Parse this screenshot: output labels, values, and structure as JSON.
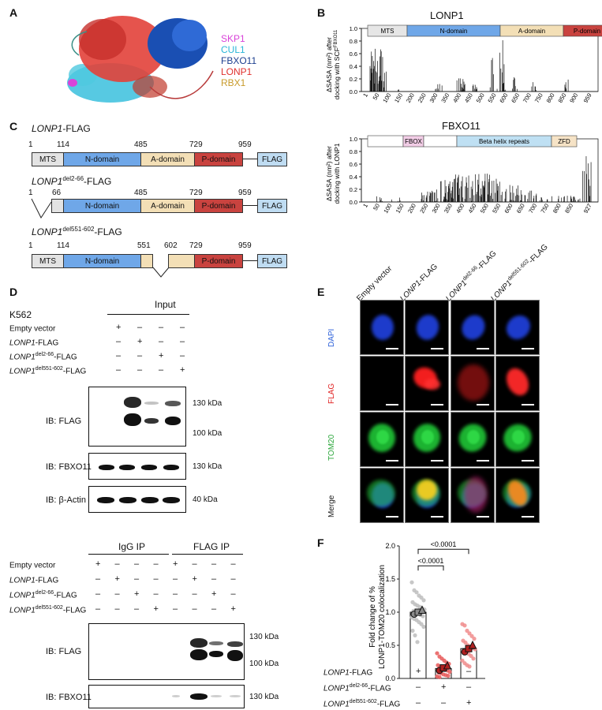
{
  "panels": {
    "A": "A",
    "B": "B",
    "C": "C",
    "D": "D",
    "E": "E",
    "F": "F"
  },
  "panelA": {
    "legend": [
      {
        "name": "SKP1",
        "color": "#d943d9"
      },
      {
        "name": "CUL1",
        "color": "#29b6d8"
      },
      {
        "name": "FBXO11",
        "color": "#1d3f8f"
      },
      {
        "name": "LONP1",
        "color": "#e0312e"
      },
      {
        "name": "RBX1",
        "color": "#c89a2a"
      }
    ]
  },
  "panelB": {
    "top": {
      "title": "LONP1",
      "ylabel_line1": "ΔSASA (nm²) after",
      "ylabel_line2": "docking with SCF",
      "ylabel_sup": "FBXO11",
      "domains": [
        {
          "label": "MTS",
          "color": "#e6e6e6"
        },
        {
          "label": "N-domain",
          "color": "#6fa7e8"
        },
        {
          "label": "A-domain",
          "color": "#f3dfb6"
        },
        {
          "label": "P-domain",
          "color": "#c9433f"
        }
      ],
      "yticks": [
        "0.0",
        "0.2",
        "0.4",
        "0.6",
        "0.8",
        "1.0"
      ],
      "xticks": [
        "1",
        "50",
        "100",
        "150",
        "200",
        "250",
        "300",
        "350",
        "400",
        "450",
        "500",
        "550",
        "600",
        "650",
        "700",
        "750",
        "800",
        "850",
        "900",
        "959"
      ]
    },
    "bottom": {
      "title": "FBXO11",
      "ylabel_line1": "ΔSASA (nm²) after",
      "ylabel_line2": "docking with LONP1",
      "domains": [
        {
          "label": "",
          "color": "#ffffff"
        },
        {
          "label": "FBOX",
          "color": "#f2cde6"
        },
        {
          "label": "",
          "color": "#ffffff"
        },
        {
          "label": "Beta helix repeats",
          "color": "#bfe0f3"
        },
        {
          "label": "ZFD",
          "color": "#f6e3c6"
        }
      ],
      "yticks": [
        "0.0",
        "0.2",
        "0.4",
        "0.6",
        "0.8",
        "1.0"
      ],
      "xticks": [
        "1",
        "50",
        "100",
        "150",
        "200",
        "250",
        "300",
        "350",
        "400",
        "450",
        "500",
        "550",
        "600",
        "650",
        "700",
        "750",
        "800",
        "850",
        "927"
      ]
    }
  },
  "panelC": {
    "c1": {
      "name": "LONP1",
      "suffix": "-FLAG",
      "n": [
        "1",
        "114",
        "485",
        "729",
        "959"
      ],
      "boxes": [
        "MTS",
        "N-domain",
        "A-domain",
        "P-domain",
        "FLAG"
      ]
    },
    "c2": {
      "name": "LONP1",
      "sup": "del2-66",
      "suffix": "-FLAG",
      "n": [
        "1",
        "66",
        "485",
        "729",
        "959"
      ],
      "boxes": [
        "N-domain",
        "A-domain",
        "P-domain",
        "FLAG"
      ]
    },
    "c3": {
      "name": "LONP1",
      "sup": "del551-602",
      "suffix": "-FLAG",
      "n": [
        "1",
        "114",
        "551",
        "602",
        "729",
        "959"
      ],
      "boxes": [
        "MTS",
        "N-domain",
        "P-domain",
        "FLAG"
      ]
    }
  },
  "panelD": {
    "cell": "K562",
    "input_title": "Input",
    "rows": [
      {
        "name": "Empty vector",
        "sup": "",
        "suffix": "",
        "signs": [
          "+",
          "–",
          "–",
          "–"
        ]
      },
      {
        "name": "LONP1",
        "sup": "",
        "suffix": "-FLAG",
        "signs": [
          "–",
          "+",
          "–",
          "–"
        ]
      },
      {
        "name": "LONP1",
        "sup": "del2-66",
        "suffix": "-FLAG",
        "signs": [
          "–",
          "–",
          "+",
          "–"
        ]
      },
      {
        "name": "LONP1",
        "sup": "del551-602",
        "suffix": "-FLAG",
        "signs": [
          "–",
          "–",
          "–",
          "+"
        ]
      }
    ],
    "ib_flag": "IB: FLAG",
    "ib_fbxo11": "IB: FBXO11",
    "ib_actin": "IB: β-Actin",
    "mw": {
      "k130": "130 kDa",
      "k100": "100 kDa",
      "k40": "40 kDa"
    },
    "igg": "IgG IP",
    "flagip": "FLAG IP",
    "ip_rows": [
      {
        "name": "Empty vector",
        "sup": "",
        "suffix": "",
        "signs": [
          "+",
          "–",
          "–",
          "–",
          "+",
          "–",
          "–",
          "–"
        ]
      },
      {
        "name": "LONP1",
        "sup": "",
        "suffix": "-FLAG",
        "signs": [
          "–",
          "+",
          "–",
          "–",
          "–",
          "+",
          "–",
          "–"
        ]
      },
      {
        "name": "LONP1",
        "sup": "del2-66",
        "suffix": "-FLAG",
        "signs": [
          "–",
          "–",
          "+",
          "–",
          "–",
          "–",
          "+",
          "–"
        ]
      },
      {
        "name": "LONP1",
        "sup": "del551-602",
        "suffix": "-FLAG",
        "signs": [
          "–",
          "–",
          "–",
          "+",
          "–",
          "–",
          "–",
          "+"
        ]
      }
    ]
  },
  "panelE": {
    "cols": [
      {
        "name": "Empty vector",
        "italic": false,
        "sup": "",
        "suffix": ""
      },
      {
        "name": "LONP1",
        "italic": true,
        "sup": "",
        "suffix": "-FLAG"
      },
      {
        "name": "LONP1",
        "italic": true,
        "sup": "del2-66",
        "suffix": "-FLAG"
      },
      {
        "name": "LONP1",
        "italic": true,
        "sup": "del551-602",
        "suffix": "-FLAG"
      }
    ],
    "rows": [
      {
        "label": "DAPI",
        "color": "#2b5fd9"
      },
      {
        "label": "FLAG",
        "color": "#e02020"
      },
      {
        "label": "TOM20",
        "color": "#2aa63a"
      },
      {
        "label": "Merge",
        "color": "#222222"
      }
    ]
  },
  "chart_data": {
    "type": "scatter",
    "ylabel_line1": "Fold change of %",
    "ylabel_line2": "LONP1-TOM20 colocalization",
    "ylim": [
      0,
      2.0
    ],
    "yticks": [
      "0.0",
      "0.5",
      "1.0",
      "1.5",
      "2.0"
    ],
    "groups": [
      {
        "signs": [
          "+",
          "–",
          "–"
        ],
        "mean": 1.0,
        "sem": 0.03,
        "color": "#bdbdbd",
        "values": [
          1.45,
          1.33,
          1.3,
          1.25,
          1.22,
          1.18,
          1.15,
          1.12,
          1.1,
          1.08,
          1.06,
          1.04,
          1.02,
          1.0,
          0.98,
          0.96,
          0.94,
          0.92,
          0.9,
          0.88,
          0.85,
          0.82,
          0.78,
          0.72,
          0.65,
          0.55
        ],
        "replicates": [
          0.97,
          1.0,
          1.03
        ]
      },
      {
        "signs": [
          "–",
          "+",
          "–"
        ],
        "mean": 0.15,
        "sem": 0.03,
        "color": "#e85b5b",
        "values": [
          0.38,
          0.33,
          0.3,
          0.27,
          0.24,
          0.22,
          0.2,
          0.18,
          0.16,
          0.14,
          0.12,
          0.1,
          0.09,
          0.08,
          0.06,
          0.05,
          0.04,
          0.03,
          0.02
        ],
        "replicates": [
          0.12,
          0.16,
          0.19
        ]
      },
      {
        "signs": [
          "–",
          "–",
          "+"
        ],
        "mean": 0.45,
        "sem": 0.05,
        "color": "#f08c8c",
        "values": [
          0.82,
          0.8,
          0.72,
          0.68,
          0.64,
          0.6,
          0.57,
          0.54,
          0.5,
          0.48,
          0.46,
          0.44,
          0.42,
          0.4,
          0.37,
          0.34,
          0.3,
          0.27,
          0.23,
          0.2,
          0.18
        ],
        "replicates": [
          0.4,
          0.45,
          0.5
        ]
      }
    ],
    "comparisons": [
      {
        "from": 0,
        "to": 1,
        "label": "<0.0001"
      },
      {
        "from": 0,
        "to": 2,
        "label": "<0.0001"
      }
    ],
    "rowlabels": [
      {
        "name": "LONP1",
        "sup": "",
        "suffix": "-FLAG"
      },
      {
        "name": "LONP1",
        "sup": "del2-66",
        "suffix": "-FLAG"
      },
      {
        "name": "LONP1",
        "sup": "del551-602",
        "suffix": "-FLAG"
      }
    ]
  }
}
